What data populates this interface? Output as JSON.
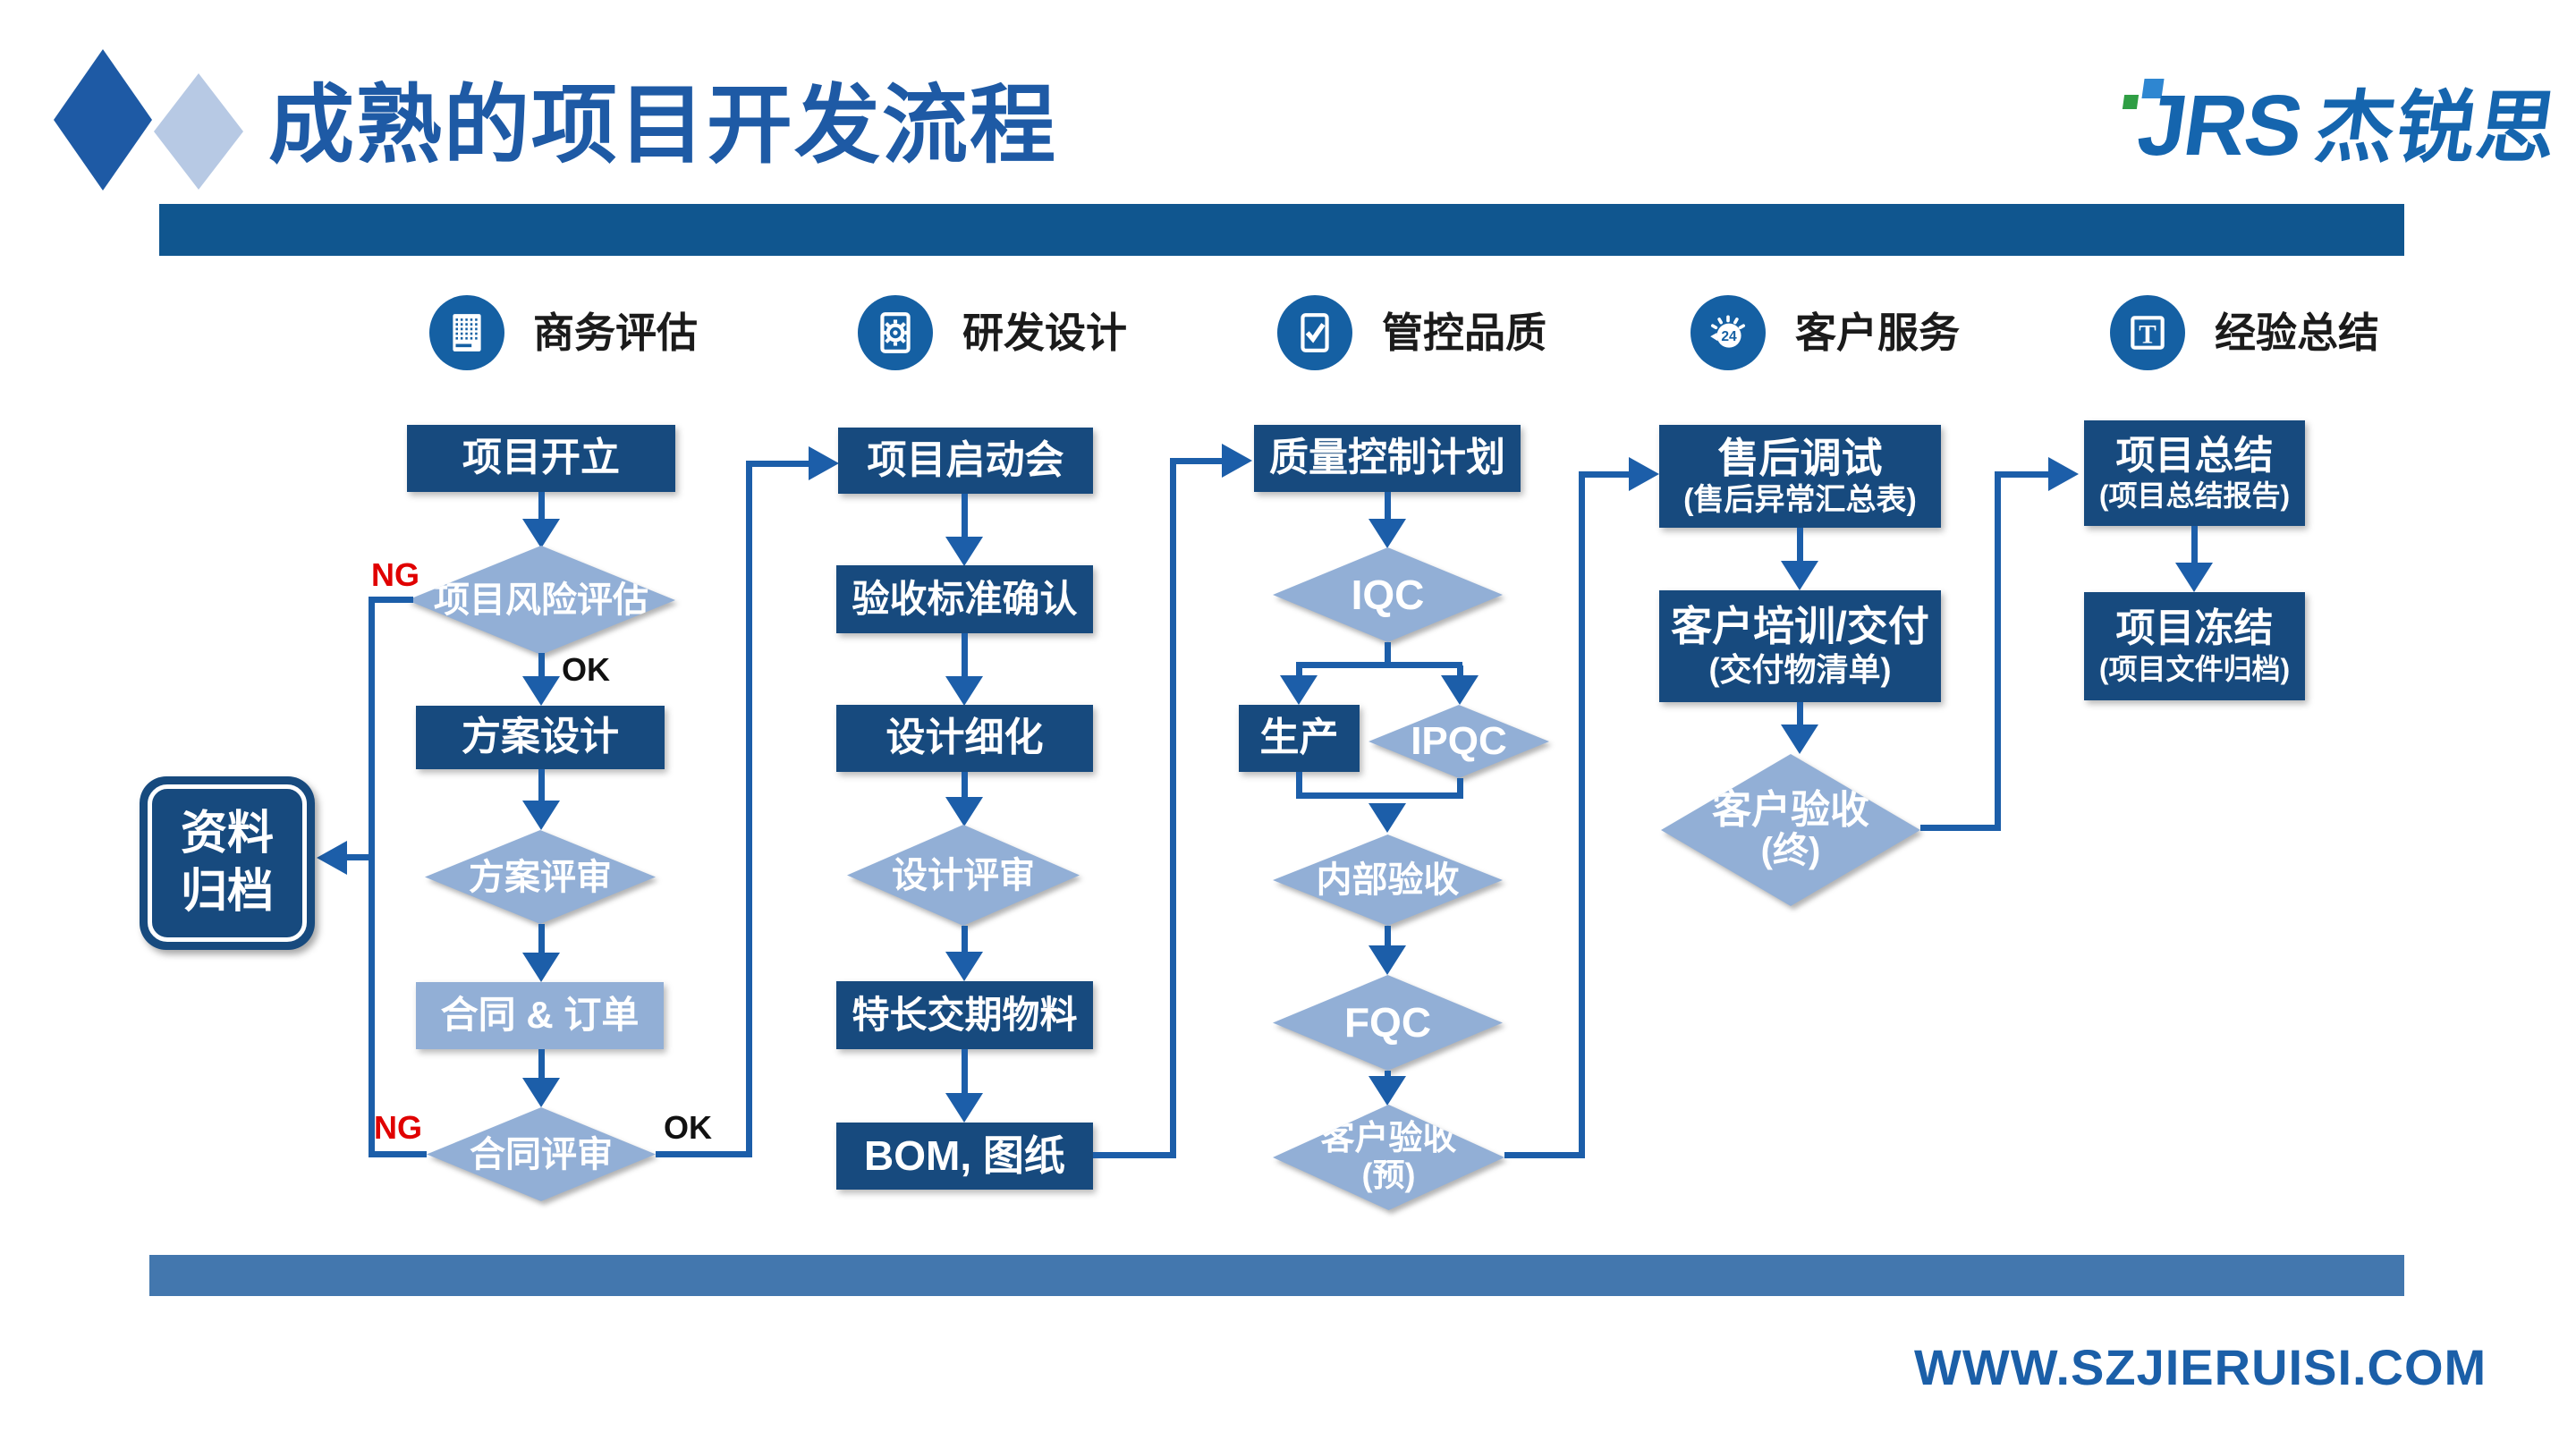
{
  "title": "成熟的项目开发流程",
  "logo": {
    "latin": "JRS",
    "cn": "杰锐思"
  },
  "phases": [
    {
      "label": "商务评估",
      "icon": "abacus-icon"
    },
    {
      "label": "研发设计",
      "icon": "gear-frame-icon"
    },
    {
      "label": "管控品质",
      "icon": "clipboard-check-icon"
    },
    {
      "label": "客户服务",
      "icon": "service-24h-icon",
      "icon_text": "24"
    },
    {
      "label": "经验总结",
      "icon": "t-box-icon",
      "icon_text": "T"
    }
  ],
  "labels": {
    "ng": "NG",
    "ok": "OK"
  },
  "archive": {
    "line1": "资料",
    "line2": "归档"
  },
  "flow": {
    "c1": {
      "open": "项目开立",
      "risk": "项目风险评估",
      "design": "方案设计",
      "design_review": "方案评审",
      "contract": "合同 & 订单",
      "contract_review": "合同评审"
    },
    "c2": {
      "kickoff": "项目启动会",
      "acceptance": "验收标准确认",
      "detail": "设计细化",
      "review": "设计评审",
      "materials": "特长交期物料",
      "bom": "BOM, 图纸"
    },
    "c3": {
      "plan": "质量控制计划",
      "iqc": "IQC",
      "prod": "生产",
      "ipqc": "IPQC",
      "internal": "内部验收",
      "fqc": "FQC",
      "cust_pre": "客户验收",
      "cust_pre_sub": "(预)"
    },
    "c4": {
      "debug": "售后调试",
      "debug_sub": "(售后异常汇总表)",
      "training": "客户培训/交付",
      "training_sub": "(交付物清单)",
      "cust_final": "客户验收",
      "cust_final_sub": "(终)"
    },
    "c5": {
      "summary": "项目总结",
      "summary_sub": "(项目总结报告)",
      "freeze": "项目冻结",
      "freeze_sub": "(项目文件归档)"
    }
  },
  "footer": {
    "website": "WWW.SZJIERUISI.COM"
  },
  "colors": {
    "navy_box": "#174A7E",
    "light_blue": "#92AFD6",
    "connector": "#1C5EA9",
    "top_bar": "#10568F",
    "bottom_bar": "#4377AE",
    "title_text": "#1E5AA5",
    "circle": "#1560A3",
    "ng_red": "#E00000",
    "website_text": "#1B5FA8"
  }
}
